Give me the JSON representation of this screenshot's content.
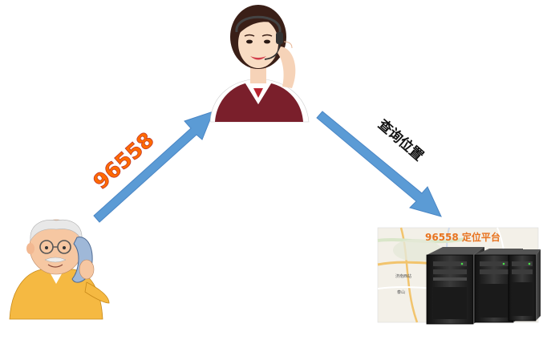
{
  "diagram": {
    "call_number_label": "96558",
    "query_label": "查询位置",
    "platform_label": "96558 定位平台",
    "map_labels": [
      "济南西站",
      "泰山"
    ]
  },
  "colors": {
    "arrow_fill": "#5b9bd5",
    "arrow_stroke": "#4a86c5",
    "number_fill": "#ff6a00",
    "number_stroke": "#c0392b",
    "platform_text": "#e8731f",
    "server_dark": "#222222",
    "agent_vest": "#7a1f2b",
    "elder_shirt": "#f5b942"
  },
  "icons": {
    "elder": "elderly-man-on-phone-icon",
    "agent": "call-center-agent-icon",
    "platform": "server-rack-with-map-icon"
  }
}
